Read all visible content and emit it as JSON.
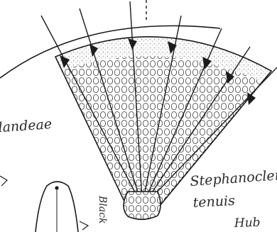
{
  "labels": {
    "left_fragment": "landeae",
    "species_line1": "Stephanocleri",
    "species_line2": "tenuis",
    "author_fragment": "Hub",
    "side_note": "Black"
  },
  "colors": {
    "paper": "#ffffff",
    "ink": "#1b1b1b",
    "pencil": "#2a2a2a",
    "rim_shade": "#cfcfcf"
  }
}
